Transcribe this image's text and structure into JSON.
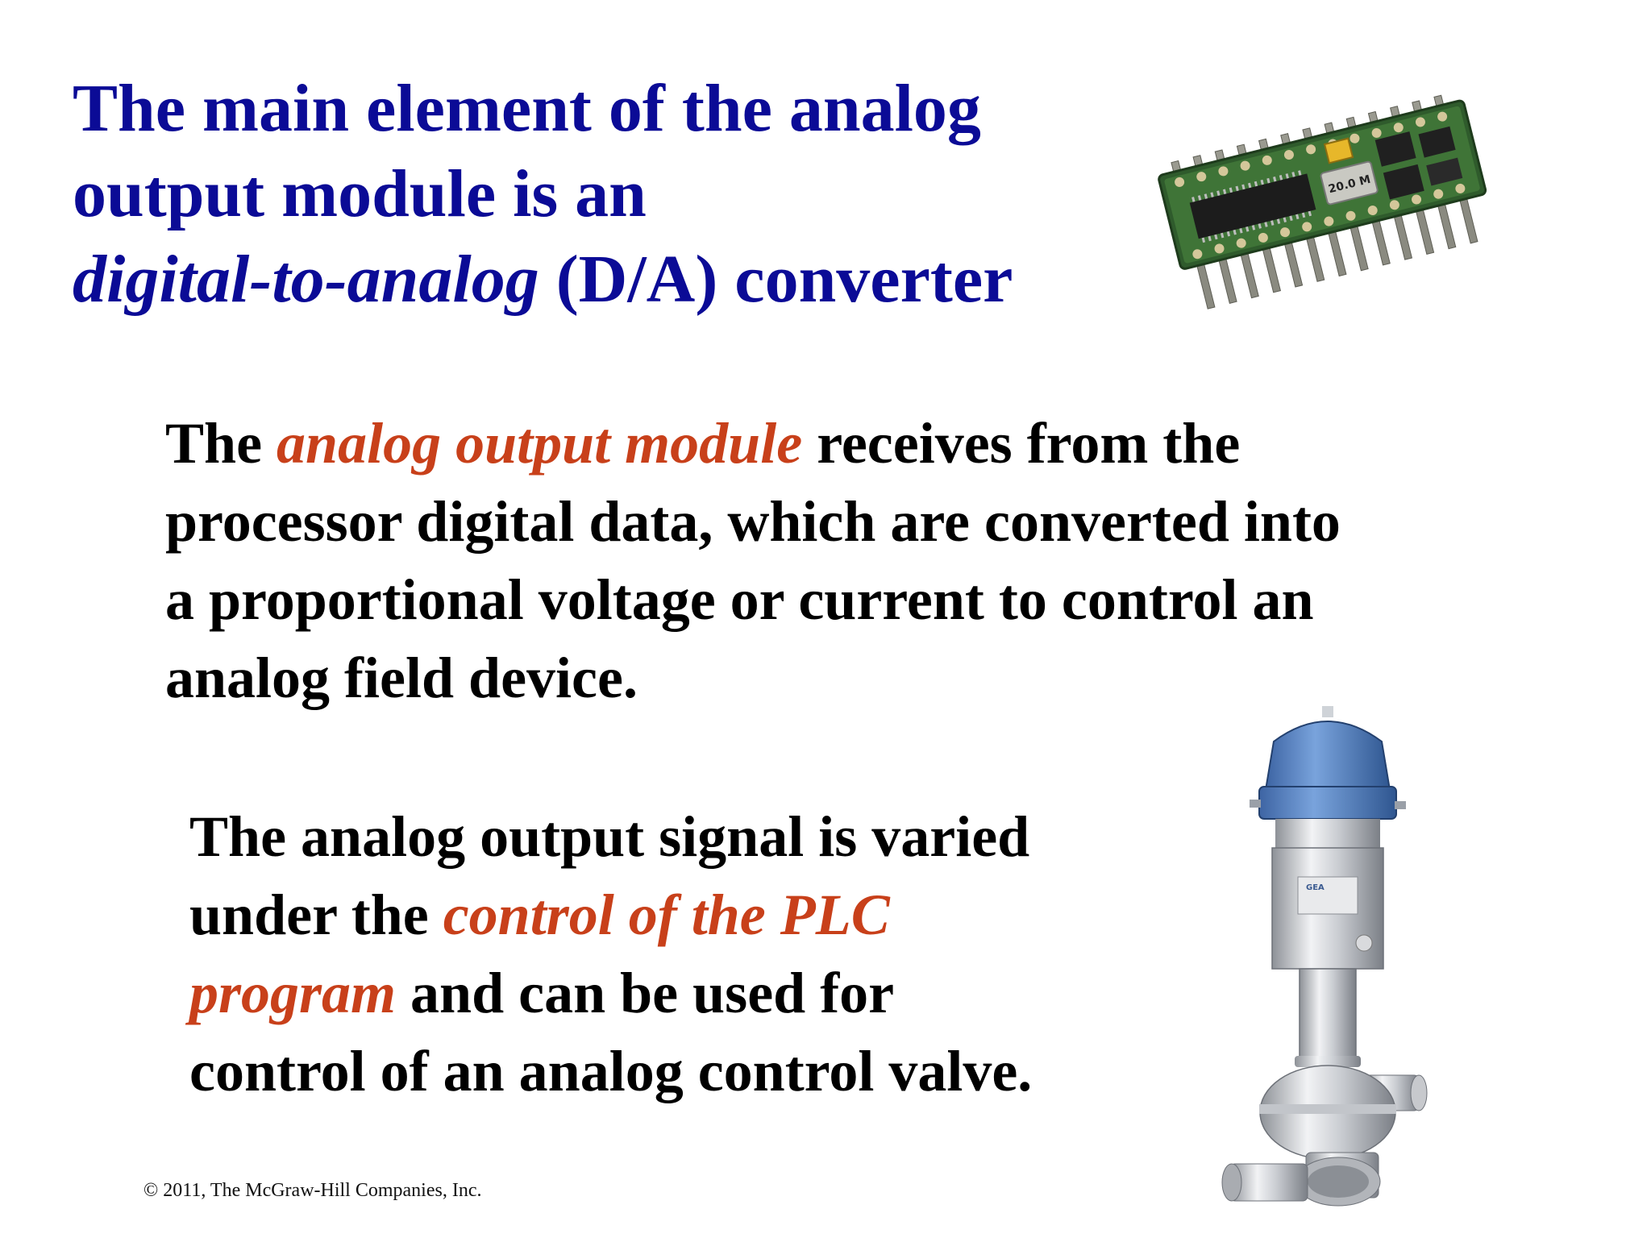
{
  "title": {
    "line1": "The main element of the analog",
    "line2": "output module is an",
    "line3_italic": "digital-to-analog",
    "line3_rest": " (D/A) converter"
  },
  "paragraph1": {
    "prefix": "The ",
    "accent": "analog output module",
    "line1_rest": " receives from the",
    "line2": "processor digital data, which are converted into",
    "line3": "a proportional voltage or current to control an",
    "line4": "analog field device."
  },
  "paragraph2": {
    "line1": "The analog output signal is varied",
    "line2_prefix": "under the ",
    "line2_accent": "control of the PLC",
    "line3_accent": "program",
    "line3_rest": " and can be used for",
    "line4": "control of an analog control valve."
  },
  "chip_label": "20.0 M",
  "valve_label": "GEA",
  "copyright": "© 2011, The McGraw-Hill Companies, Inc.",
  "colors": {
    "title": "#0b0b96",
    "body": "#000000",
    "accent": "#c8401a"
  }
}
